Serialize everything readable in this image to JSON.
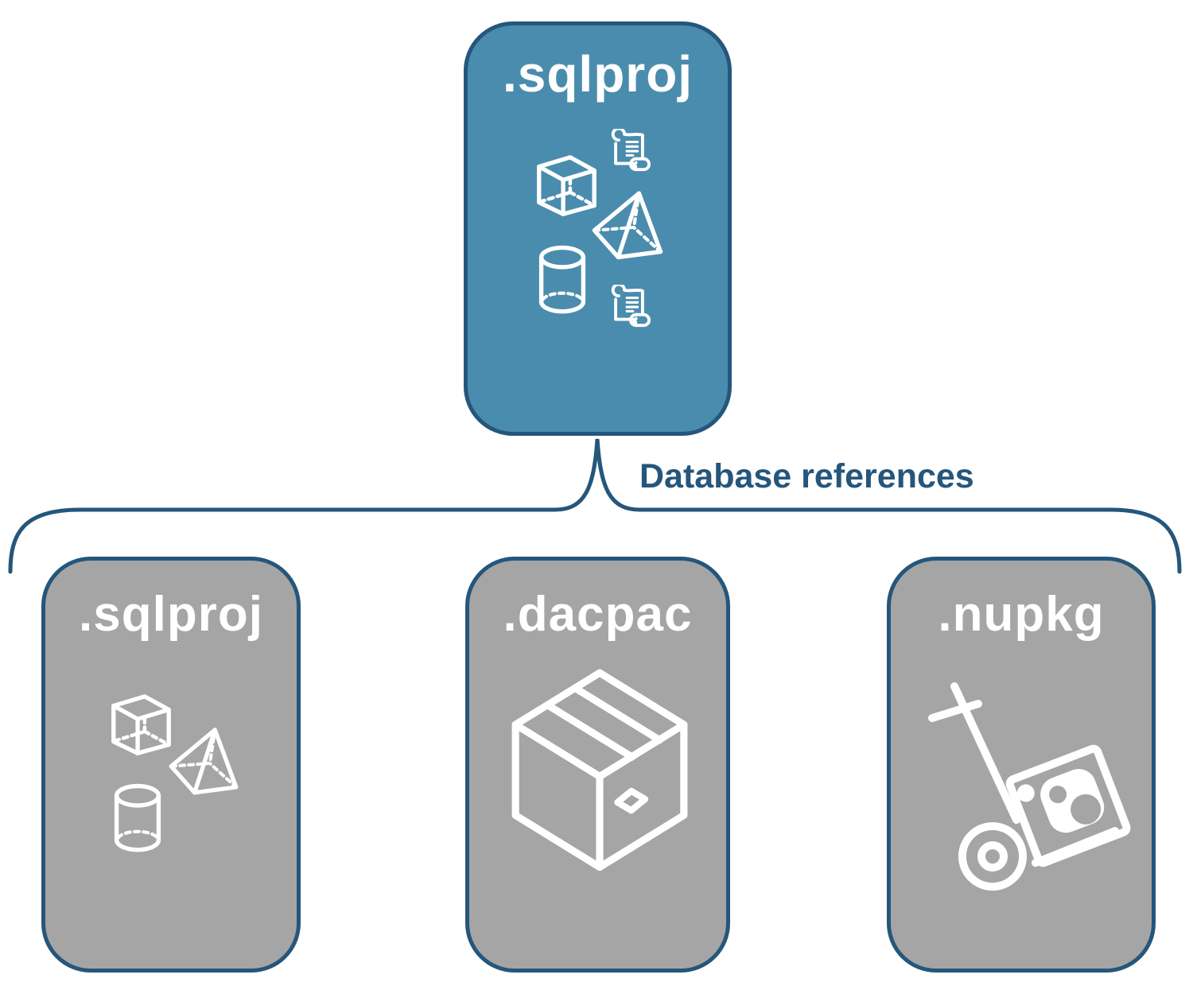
{
  "diagram": {
    "root": {
      "label": ".sqlproj",
      "icons": [
        "cube-icon",
        "scroll-icon",
        "pyramid-icon",
        "cylinder-icon",
        "scroll-icon"
      ]
    },
    "edge_label": "Database references",
    "children": [
      {
        "label": ".sqlproj",
        "icons": [
          "cube-icon",
          "pyramid-icon",
          "cylinder-icon"
        ]
      },
      {
        "label": ".dacpac",
        "icons": [
          "package-box-icon"
        ]
      },
      {
        "label": ".nupkg",
        "icons": [
          "nuget-handtruck-icon"
        ]
      }
    ],
    "colors": {
      "root_fill": "#4A8CAD",
      "child_fill": "#A5A5A5",
      "outline": "#25567B",
      "edge_label_text": "#25567B",
      "node_label_text": "#FFFFFF",
      "icon_stroke": "#FFFFFF",
      "background": "#FFFFFF"
    }
  }
}
